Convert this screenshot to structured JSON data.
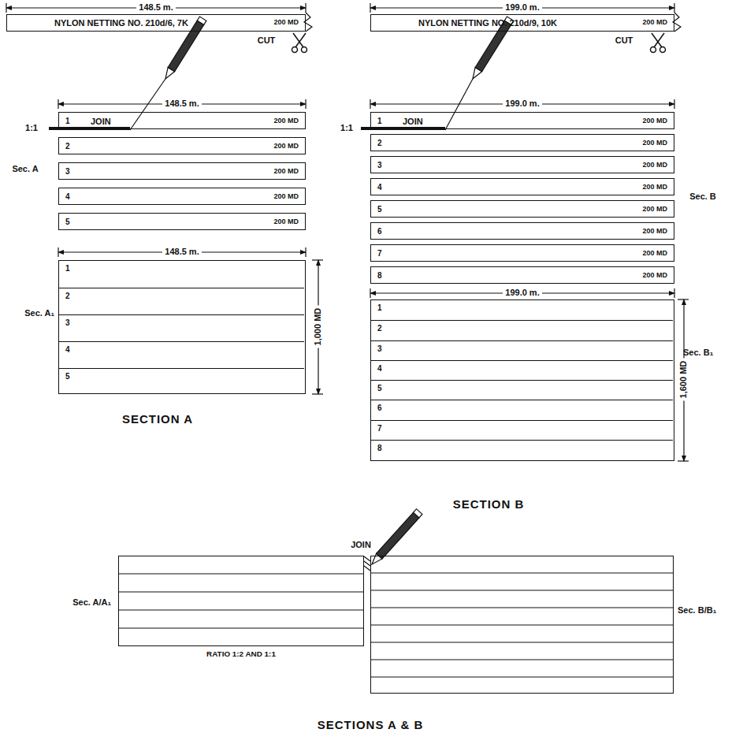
{
  "diagram": {
    "nodes": [
      {
        "text": [
          "NYLON NETTING NO. 210d/6, 7K",
          "200 MD"
        ]
      },
      {
        "text": [
          "1",
          "JOIN",
          "200 MD"
        ]
      },
      {
        "text": [
          "2",
          "200 MD"
        ]
      },
      {
        "text": [
          "3",
          "200 MD"
        ]
      },
      {
        "text": [
          "4",
          "200 MD"
        ]
      },
      {
        "text": [
          "5",
          "200 MD"
        ]
      },
      {
        "text": [
          "Sec. A₁"
        ]
      },
      {
        "text": [
          "1"
        ],
        "in": 6
      },
      {
        "text": [
          "2"
        ],
        "in": 6
      },
      {
        "text": [
          "3"
        ],
        "in": 6
      },
      {
        "text": [
          "4"
        ],
        "in": 6
      },
      {
        "text": [
          "5"
        ],
        "in": 6
      },
      {
        "text": [
          "NYLON NETTING NO. 210d/9, 10K",
          "200 MD"
        ]
      },
      {
        "text": [
          "1",
          "JOIN",
          "200 MD"
        ]
      },
      {
        "text": [
          "2",
          "200 MD"
        ]
      },
      {
        "text": [
          "3",
          "200 MD"
        ]
      },
      {
        "text": [
          "4",
          "200 MD"
        ]
      },
      {
        "text": [
          "5",
          "200 MD"
        ]
      },
      {
        "text": [
          "6",
          "200 MD"
        ]
      },
      {
        "text": [
          "7",
          "200 MD"
        ]
      },
      {
        "text": [
          "8",
          "200 MD"
        ]
      },
      {
        "text": [
          "Sec. B₁"
        ]
      },
      {
        "text": [
          "1"
        ],
        "in": 21
      },
      {
        "text": [
          "2"
        ],
        "in": 21
      },
      {
        "text": [
          "3"
        ],
        "in": 21
      },
      {
        "text": [
          "4"
        ],
        "in": 21
      },
      {
        "text": [
          "5"
        ],
        "in": 21
      },
      {
        "text": [
          "6"
        ],
        "in": 21
      },
      {
        "text": [
          "7"
        ],
        "in": 21
      },
      {
        "text": [
          "8"
        ],
        "in": 21
      },
      {
        "text": [
          "Sec. A/A₁",
          "RATIO 1:2 AND 1:1"
        ]
      },
      {
        "text": [
          "Sec. B/B₁"
        ]
      }
    ],
    "labels": [
      "148.5 m.",
      "CUT",
      "148.5 m.",
      "1:1",
      "Sec. A",
      "148.5 m.",
      "1,000 MD",
      "SECTION A",
      "199.0 m.",
      "CUT",
      "199.0 m.",
      "1:1",
      "Sec. B",
      "199.0 m.",
      "1,600 MD",
      "SECTION B",
      "JOIN",
      "SECTIONS A & B"
    ]
  }
}
